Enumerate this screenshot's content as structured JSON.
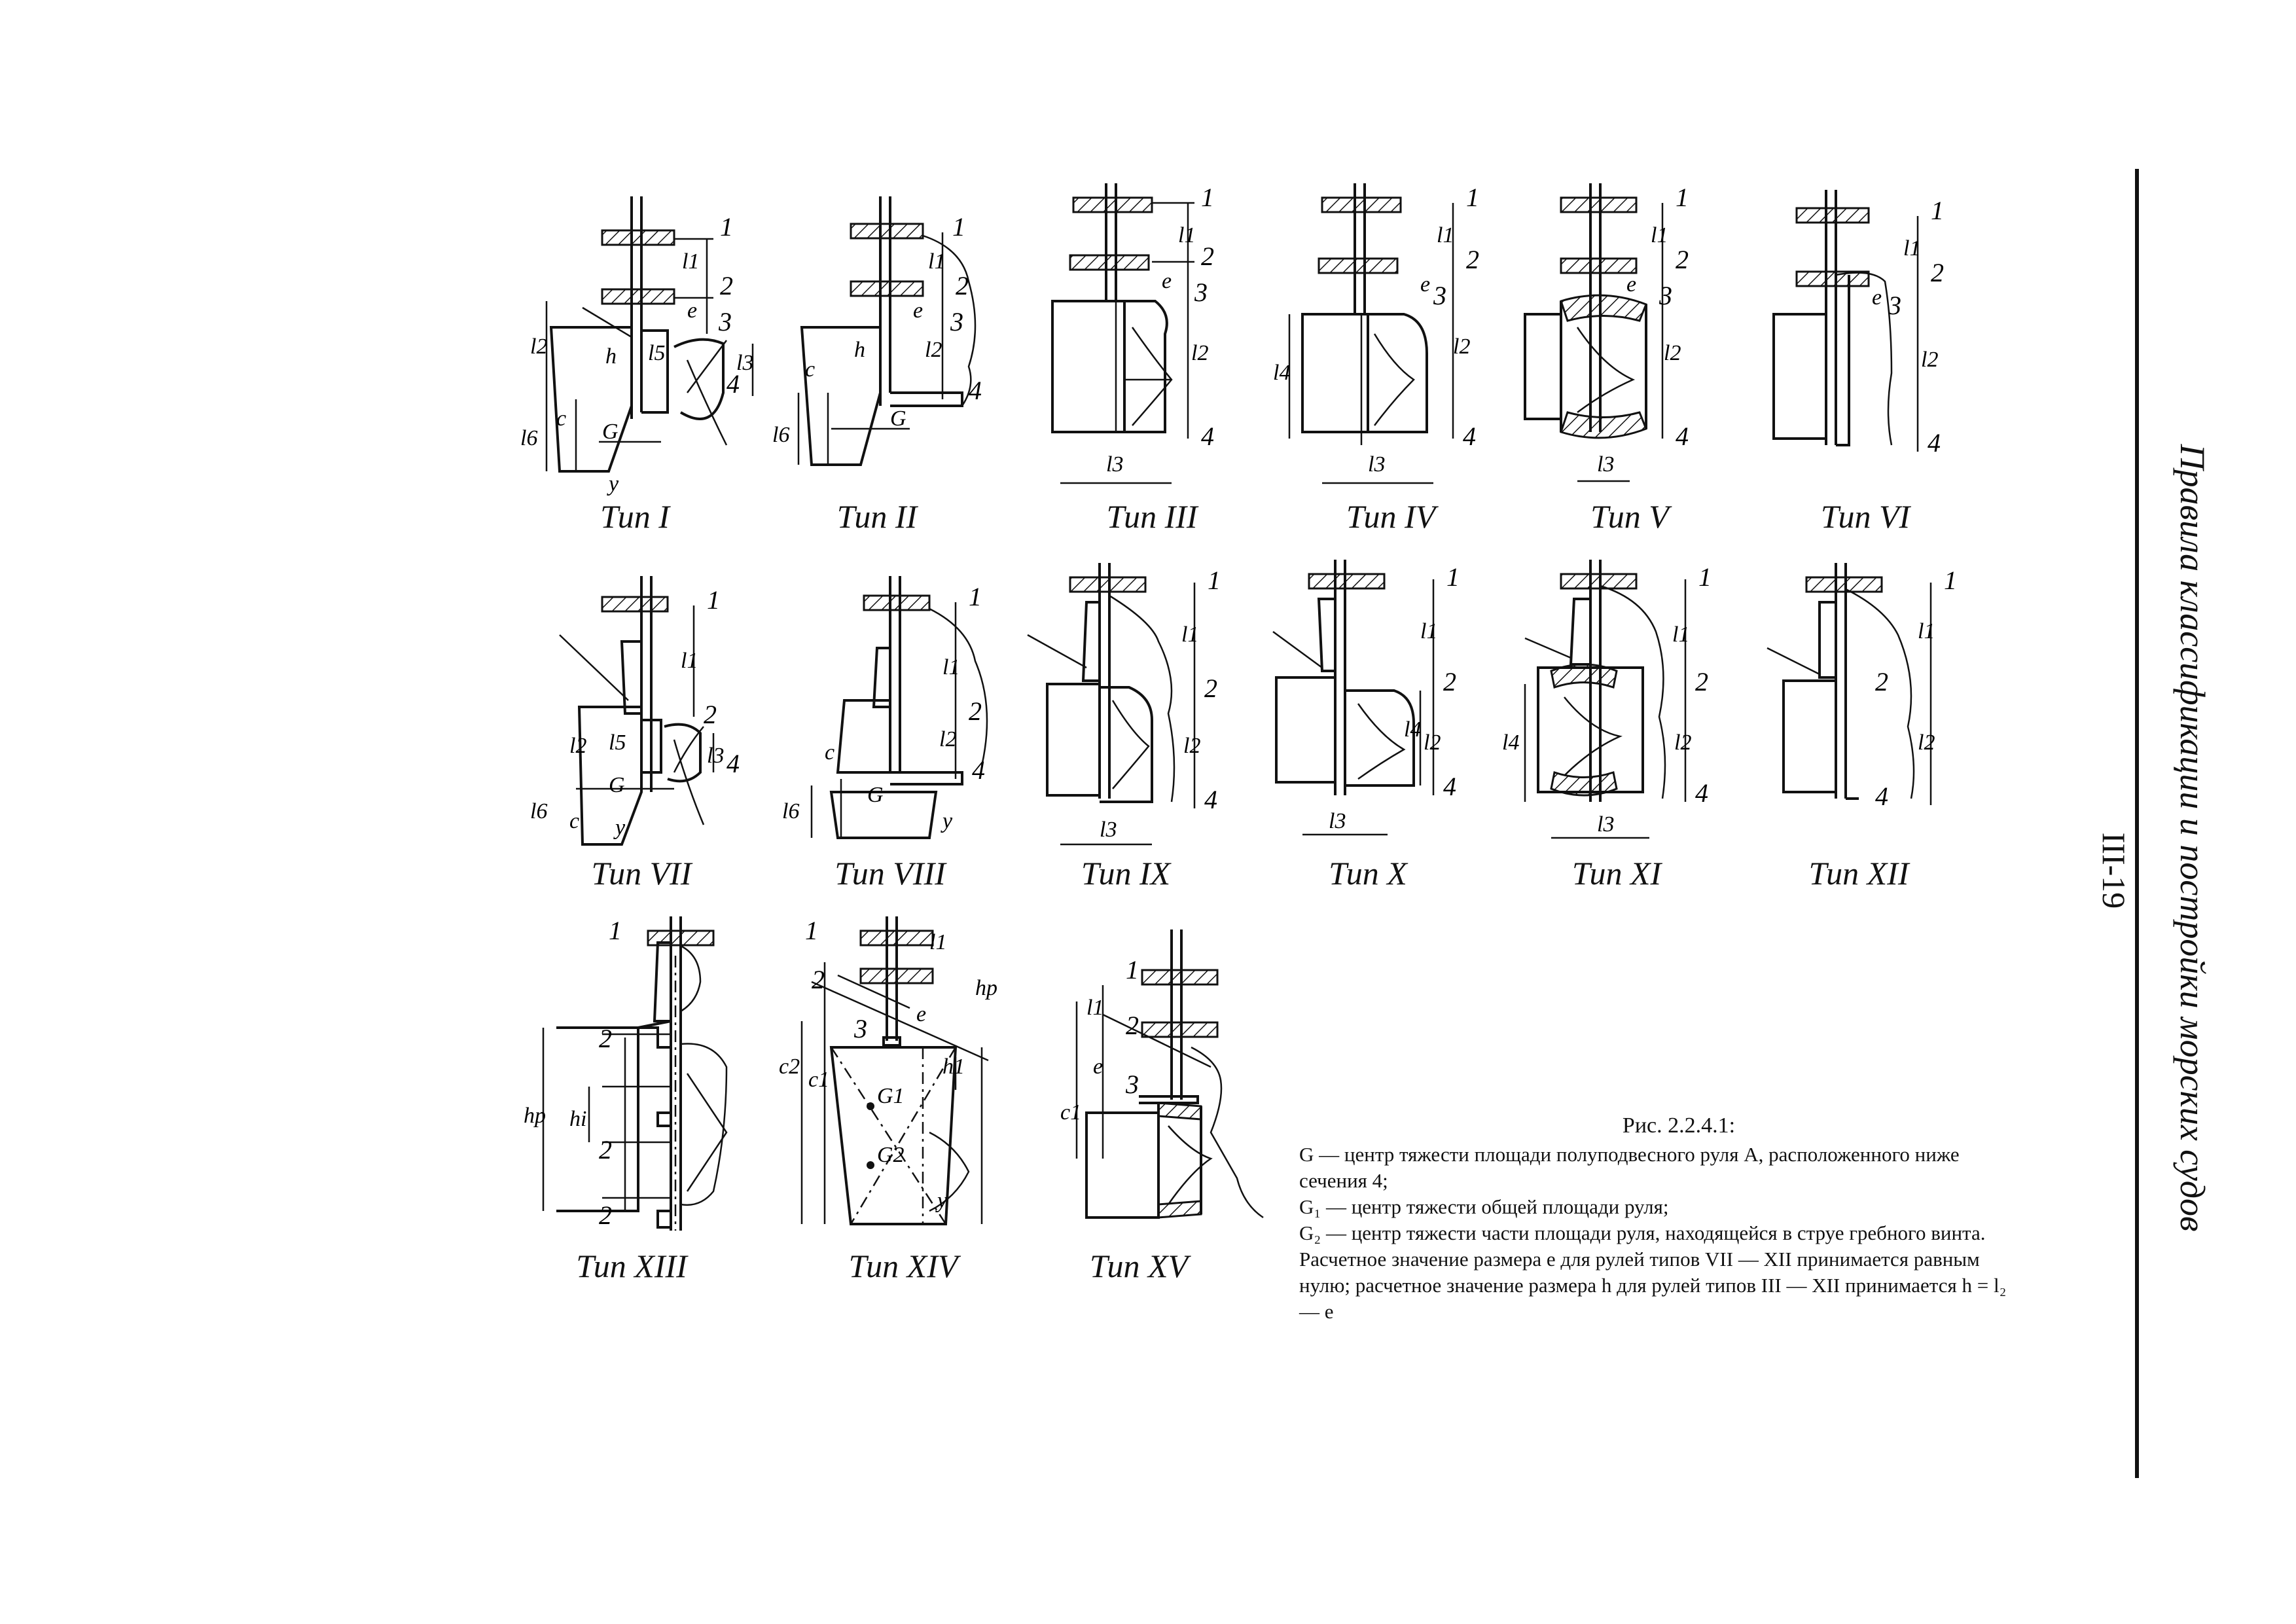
{
  "figure": {
    "types": [
      {
        "id": "I",
        "label": "Тип I"
      },
      {
        "id": "II",
        "label": "Тип II"
      },
      {
        "id": "III",
        "label": "Тип III"
      },
      {
        "id": "IV",
        "label": "Тип IV"
      },
      {
        "id": "V",
        "label": "Тип V"
      },
      {
        "id": "VI",
        "label": "Тип VI"
      },
      {
        "id": "VII",
        "label": "Тип VII"
      },
      {
        "id": "VIII",
        "label": "Тип VIII"
      },
      {
        "id": "IX",
        "label": "Тип IX"
      },
      {
        "id": "X",
        "label": "Тип X"
      },
      {
        "id": "XI",
        "label": "Тип XI"
      },
      {
        "id": "XII",
        "label": "Тип XII"
      },
      {
        "id": "XIII",
        "label": "Тип XIII"
      },
      {
        "id": "XIV",
        "label": "Тип XIV"
      },
      {
        "id": "XV",
        "label": "Тип XV"
      }
    ],
    "labels": {
      "n1": "1",
      "n2": "2",
      "n3": "3",
      "n4": "4",
      "l1": "l1",
      "l2": "l2",
      "l3": "l3",
      "l4": "l4",
      "l5": "l5",
      "l6": "l6",
      "e": "e",
      "h": "h",
      "c": "c",
      "G": "G",
      "y": "y",
      "G1": "G1",
      "G2": "G2",
      "c1": "c1",
      "c2": "c2",
      "h1": "h1",
      "hi": "hi",
      "hp": "hp"
    }
  },
  "caption": {
    "title": "Рис. 2.2.4.1:",
    "lines": [
      "G — центр тяжести площади полуподвесного руля А, расположенного ниже сечения 4;",
      "G₁ — центр тяжести общей площади руля;",
      "G₂ — центр тяжести части площади руля, находящейся в струе гребного винта. Расчетное значение размера e для рулей типов VII — XII принимается равным нулю; расчетное значение размера h для рулей типов III — XII принимается h = l₂ — e"
    ]
  },
  "running_header": "Правила классификации и постройки морских судов",
  "page_number": "III-19"
}
